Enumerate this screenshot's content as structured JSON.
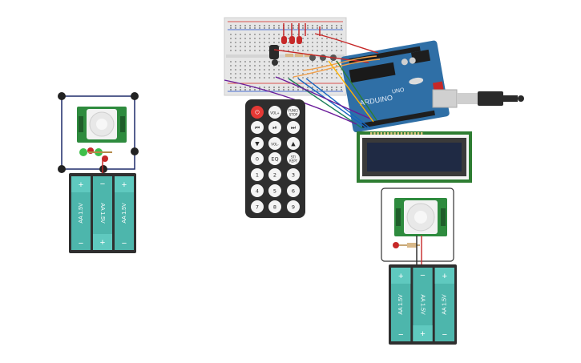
{
  "remote": {
    "buttons": [
      {
        "label": "⏻",
        "icon": "power-icon"
      },
      {
        "label": "VOL+"
      },
      {
        "label": "FUNC/ STOP"
      },
      {
        "label": "⏮",
        "icon": "skip-back-icon"
      },
      {
        "label": "⏯",
        "icon": "play-pause-icon"
      },
      {
        "label": "⏭",
        "icon": "skip-forward-icon"
      },
      {
        "label": "▼",
        "icon": "down-icon"
      },
      {
        "label": "VOL-"
      },
      {
        "label": "▲",
        "icon": "up-icon"
      },
      {
        "label": "0"
      },
      {
        "label": "EQ"
      },
      {
        "label": "ST/ REPT"
      },
      {
        "label": "1"
      },
      {
        "label": "2"
      },
      {
        "label": "3"
      },
      {
        "label": "4"
      },
      {
        "label": "5"
      },
      {
        "label": "6"
      },
      {
        "label": "7"
      },
      {
        "label": "8"
      },
      {
        "label": "9"
      }
    ]
  },
  "batteries": {
    "cell_label": "AA 1.5V",
    "plus": "+",
    "minus": "−"
  },
  "arduino": {
    "brand": "ARDUINO",
    "model": "UNO"
  },
  "colors": {
    "battery_cell": "#4db6ac",
    "battery_case": "#2f2f2f",
    "arduino_board": "#2f6fa6",
    "lcd_board": "#2e7d32",
    "lcd_screen": "#1f2a44",
    "pir_board": "#2e8b3e",
    "breadboard": "#e6e6e6"
  }
}
